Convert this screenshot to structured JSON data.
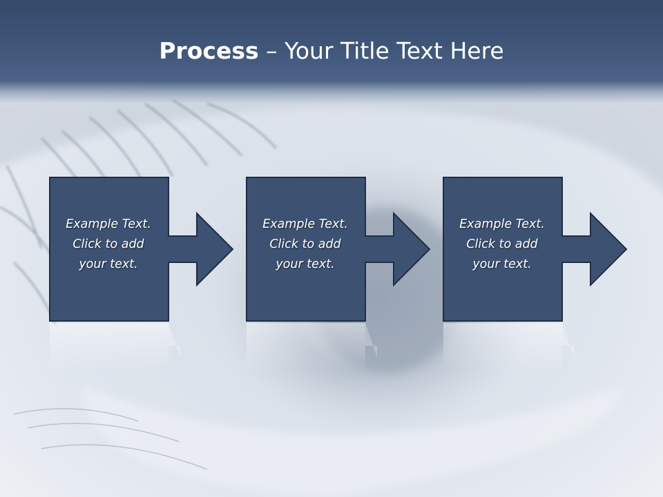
{
  "title": {
    "bold": "Process",
    "rest": " – Your Title Text Here"
  },
  "steps": [
    {
      "lines": [
        "Example Text.",
        "Click  to add",
        "your text."
      ]
    },
    {
      "lines": [
        "Example Text.",
        "Click  to add",
        "your text."
      ]
    },
    {
      "lines": [
        "Example Text.",
        "Click  to add",
        "your text."
      ]
    }
  ],
  "colors": {
    "band": "#3f5679",
    "box_fill": "#3d5273",
    "box_border": "#1f2d44",
    "text": "#ffffff"
  }
}
